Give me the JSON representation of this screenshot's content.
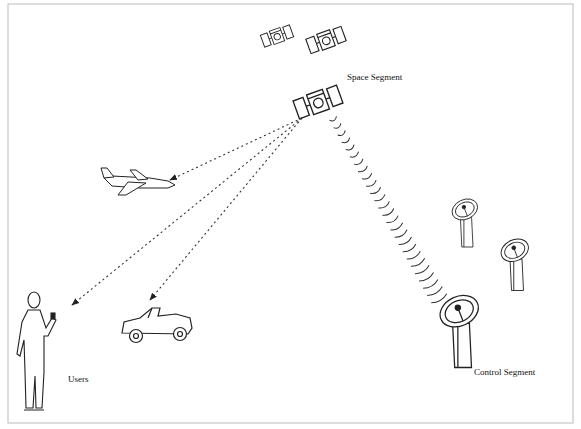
{
  "diagram": {
    "labels": [
      "Space Segment",
      "Users",
      "Control Segment"
    ]
  }
}
